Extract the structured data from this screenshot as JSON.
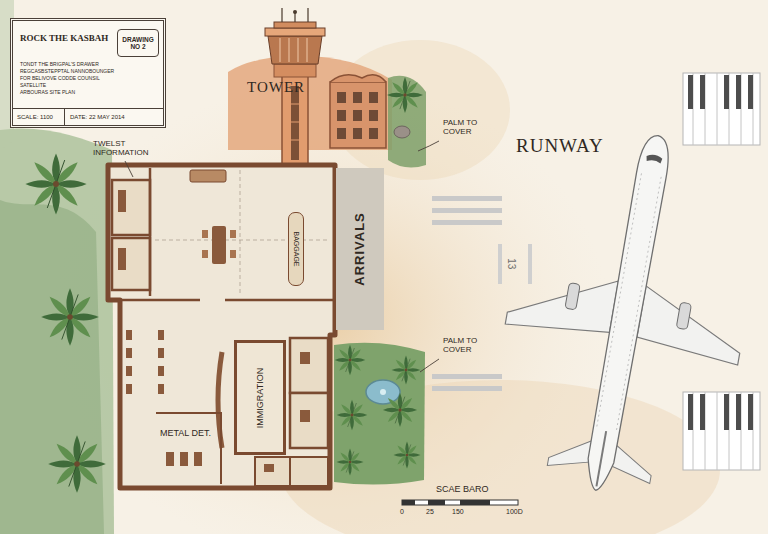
{
  "diagram": {
    "title": "ROCK THE KASBAH",
    "nodes": [
      {
        "text": [
          "TONDT THE BRIGPAL'S DRAWER",
          "REGCASBSTEPPTAL NANNOBOUNGER",
          "FOR BELIVOVE CODDE COUNSIL",
          "SATELLITE",
          "ARBOURAS SITE PLAN"
        ]
      },
      {
        "text": [
          "DRAWING NO 2"
        ],
        "in": 0
      },
      {
        "text": [
          "SCALE: 1100"
        ],
        "in": 0
      },
      {
        "text": [
          "DATE: 22 MAY 2014"
        ],
        "in": 0
      },
      {
        "text": [
          "BAGGAGE"
        ]
      },
      {
        "text": [
          "ARRIVALS"
        ]
      },
      {
        "text": [
          "IMMIGRATION"
        ]
      },
      {
        "text": [
          "METAL DET."
        ]
      }
    ],
    "labels": [
      "TOWER",
      "RUNWAY",
      "TWELST INFORMATION",
      "PALM TO COVER",
      "PALM TO COVER",
      "SCAE BARO",
      "0",
      "25",
      "150",
      "100D",
      "13"
    ]
  }
}
